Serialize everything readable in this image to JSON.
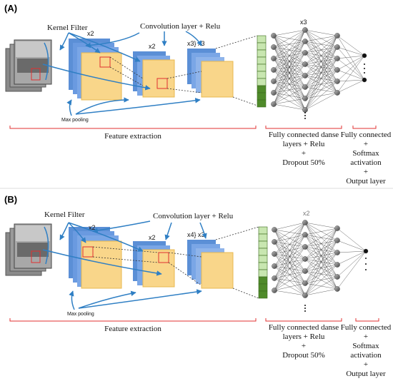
{
  "panels": [
    {
      "id": "A",
      "label": "(A)",
      "kernel_filter": "Kernel Filter",
      "conv_layer": "Convolution layer + Relu",
      "mult_block1": "x2",
      "mult_block2": "x2",
      "mult_block3": "x3} x3",
      "mult_fc": "x3",
      "max_pooling": "Max pooling",
      "feature_extraction": "Feature extraction",
      "fc_dense": [
        "Fully connected danse",
        "layers + Relu",
        "+",
        "Dropout 50%"
      ],
      "fc_softmax": [
        "Fully connected",
        "+",
        "Softmax",
        "activation",
        "+",
        "Output layer"
      ]
    },
    {
      "id": "B",
      "label": "(B)",
      "kernel_filter": "Kernel Filter",
      "conv_layer": "Convolution layer + Relu",
      "mult_block1": "x2",
      "mult_block2": "x2",
      "mult_block3": "x4} x3",
      "mult_fc": "x2",
      "max_pooling": "Max pooling",
      "feature_extraction": "Feature extraction",
      "fc_dense": [
        "Fully connected danse",
        "layers + Relu",
        "+",
        "Dropout 50%"
      ],
      "fc_softmax": [
        "Fully connected",
        "+",
        "Softmax",
        "activation",
        "+",
        "Output layer"
      ]
    }
  ],
  "colors": {
    "filter_blue": "#5b8fd6",
    "feature_yellow": "#f9d68a",
    "arrow_blue": "#2f7fc4",
    "bracket_red": "#e03030",
    "flatten_green": "#7ab648",
    "node_grey": "#777777"
  }
}
